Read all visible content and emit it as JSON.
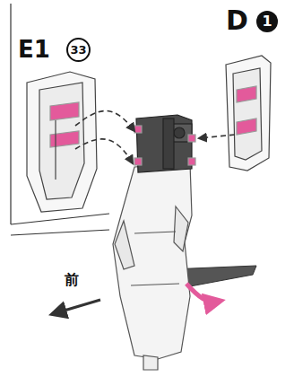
{
  "diagram": {
    "labels": [
      "E1",
      "33",
      "D",
      "1",
      "前"
    ]
  }
}
